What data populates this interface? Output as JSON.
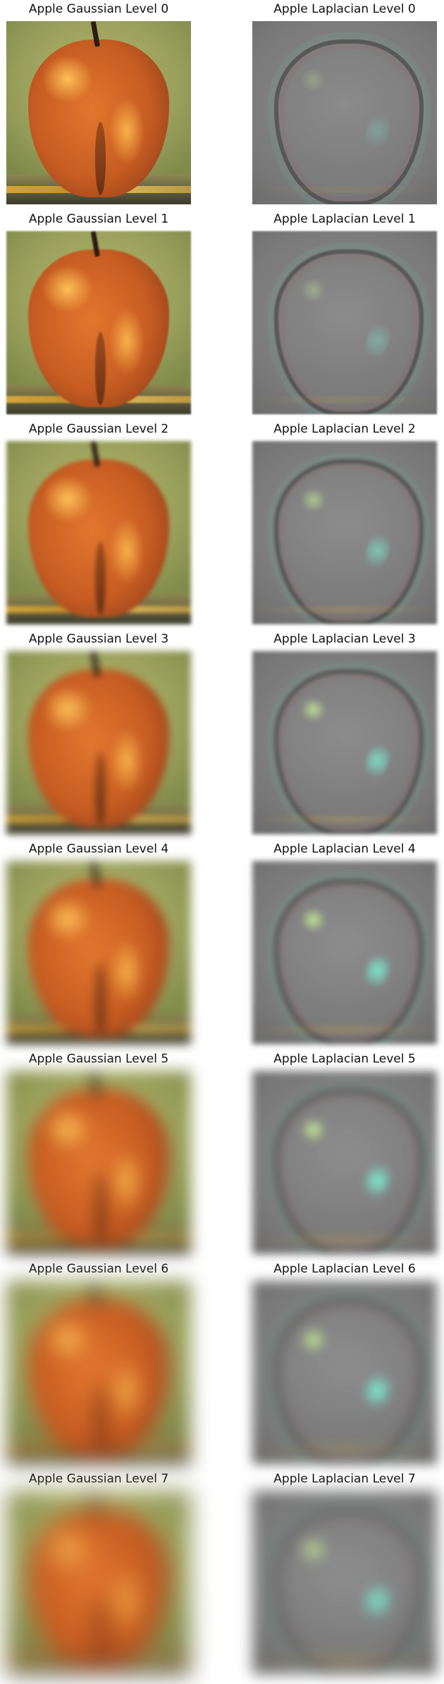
{
  "figure": {
    "titles": {
      "gaussian": [
        "Apple Gaussian Level 0",
        "Apple Gaussian Level 1",
        "Apple Gaussian Level 2",
        "Apple Gaussian Level 3",
        "Apple Gaussian Level 4",
        "Apple Gaussian Level 5",
        "Apple Gaussian Level 6",
        "Apple Gaussian Level 7"
      ],
      "laplacian": [
        "Apple Laplacian Level 0",
        "Apple Laplacian Level 1",
        "Apple Laplacian Level 2",
        "Apple Laplacian Level 3",
        "Apple Laplacian Level 4",
        "Apple Laplacian Level 5",
        "Apple Laplacian Level 6",
        "Apple Laplacian Level 7"
      ]
    }
  }
}
